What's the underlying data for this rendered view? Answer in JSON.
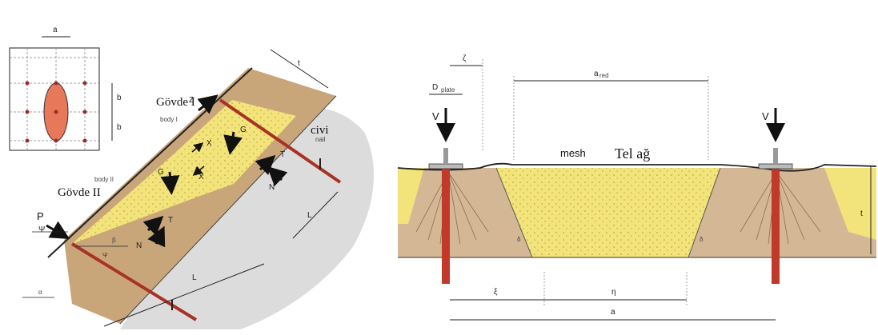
{
  "left_figure": {
    "grid_labels": {
      "a": "a",
      "b_top": "b",
      "b_bottom": "b"
    },
    "body_one_tr": "Gövde I",
    "body_one_en": "body I",
    "body_two_tr": "Gövde II",
    "body_two_en": "body II",
    "nail_tr": "civi",
    "nail_en": "nail",
    "force_labels": {
      "z": "Z",
      "g1": "G",
      "g2": "G",
      "x1": "X",
      "x2": "X",
      "t1": "T",
      "n1": "N",
      "t2": "T",
      "n2": "N",
      "p": "P"
    },
    "angle_labels": {
      "psi_top": "Ψ",
      "beta": "β",
      "psi_bottom": "Ψ",
      "alpha": "α"
    },
    "dimension_labels": {
      "t": "t",
      "l1": "L",
      "l2": "L"
    }
  },
  "right_figure": {
    "zeta": "ζ",
    "a_red": "a",
    "a_red_sub": "red",
    "d_plate": "D",
    "d_plate_sub": "plate",
    "v_left": "V",
    "v_right": "V",
    "mesh_en": "mesh",
    "mesh_tr": "Tel ağ",
    "t": "t",
    "delta_left": "δ",
    "delta_right": "δ",
    "xi": "ξ",
    "eta": "η",
    "a": "a"
  },
  "colors": {
    "soil_brown": "#c9a57a",
    "yellow_fill": "#f2e37a",
    "gray_ground": "#d9d9d9",
    "nail_red": "#c0392b",
    "ellipse_orange": "#e8785a"
  }
}
